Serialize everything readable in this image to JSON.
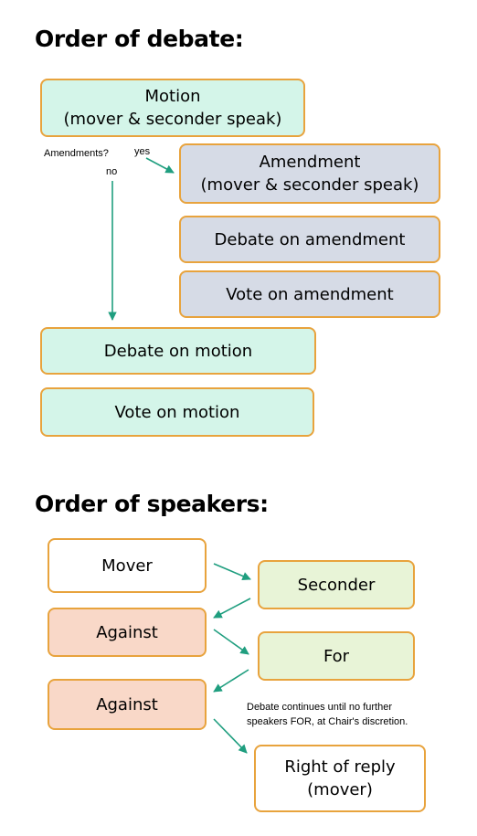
{
  "debate": {
    "heading": "Order of debate:",
    "motion": {
      "line1": "Motion",
      "line2": "(mover & seconder speak)"
    },
    "amendments_question": "Amendments?",
    "yes_label": "yes",
    "no_label": "no",
    "amendment": {
      "line1": "Amendment",
      "line2": "(mover & seconder speak)"
    },
    "debate_on_amendment": "Debate on amendment",
    "vote_on_amendment": "Vote on amendment",
    "debate_on_motion": "Debate on motion",
    "vote_on_motion": "Vote on motion"
  },
  "speakers": {
    "heading": "Order of speakers:",
    "mover": "Mover",
    "seconder": "Seconder",
    "against_1": "Against",
    "for": "For",
    "against_2": "Against",
    "note_line1": "Debate continues until no further",
    "note_line2": "speakers FOR, at Chair's discretion.",
    "right_of_reply": {
      "line1": "Right of reply",
      "line2": "(mover)"
    }
  },
  "colors": {
    "border": "#e8a33d",
    "arrow": "#1f9e7f",
    "mint": "#d4f5e9",
    "grey": "#d6dbe6",
    "lime": "#e8f4d7",
    "peach": "#f9d8c8"
  }
}
